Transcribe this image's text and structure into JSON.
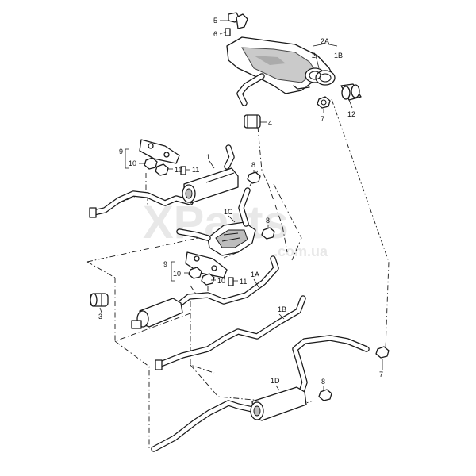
{
  "watermark": {
    "brand": "XParts",
    "domain": ".com.ua"
  },
  "callouts": {
    "c5": "5",
    "c6": "6",
    "c2A": "2A",
    "c2": "2",
    "c1B_top": "1B",
    "c7_top": "7",
    "c12": "12",
    "c4": "4",
    "c9_a": "9",
    "c10_a1": "10",
    "c10_a2": "10",
    "c11_a": "11",
    "c1": "1",
    "c8_a": "8",
    "c1C": "1C",
    "c8_b": "8",
    "c9_b": "9",
    "c10_b1": "10",
    "c10_b2": "10",
    "c11_b": "11",
    "c1A": "1A",
    "c3": "3",
    "c1B": "1B",
    "c7_bot": "7",
    "c1D": "1D",
    "c8_c": "8"
  }
}
